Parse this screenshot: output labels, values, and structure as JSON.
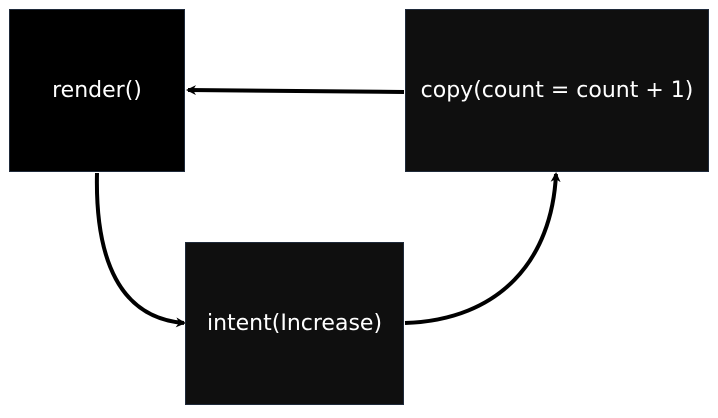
{
  "diagram": {
    "nodes": {
      "render": {
        "label": "render()"
      },
      "copy": {
        "label": "copy(count = count + 1)"
      },
      "intent": {
        "label": "intent(Increase)"
      }
    },
    "edges": [
      {
        "from": "render",
        "to": "intent"
      },
      {
        "from": "intent",
        "to": "copy"
      },
      {
        "from": "copy",
        "to": "render"
      }
    ],
    "colors": {
      "background": "#ffffff",
      "node_fill": "#0f0f0f",
      "node_text": "#ffffff",
      "arrow": "#000000"
    }
  }
}
